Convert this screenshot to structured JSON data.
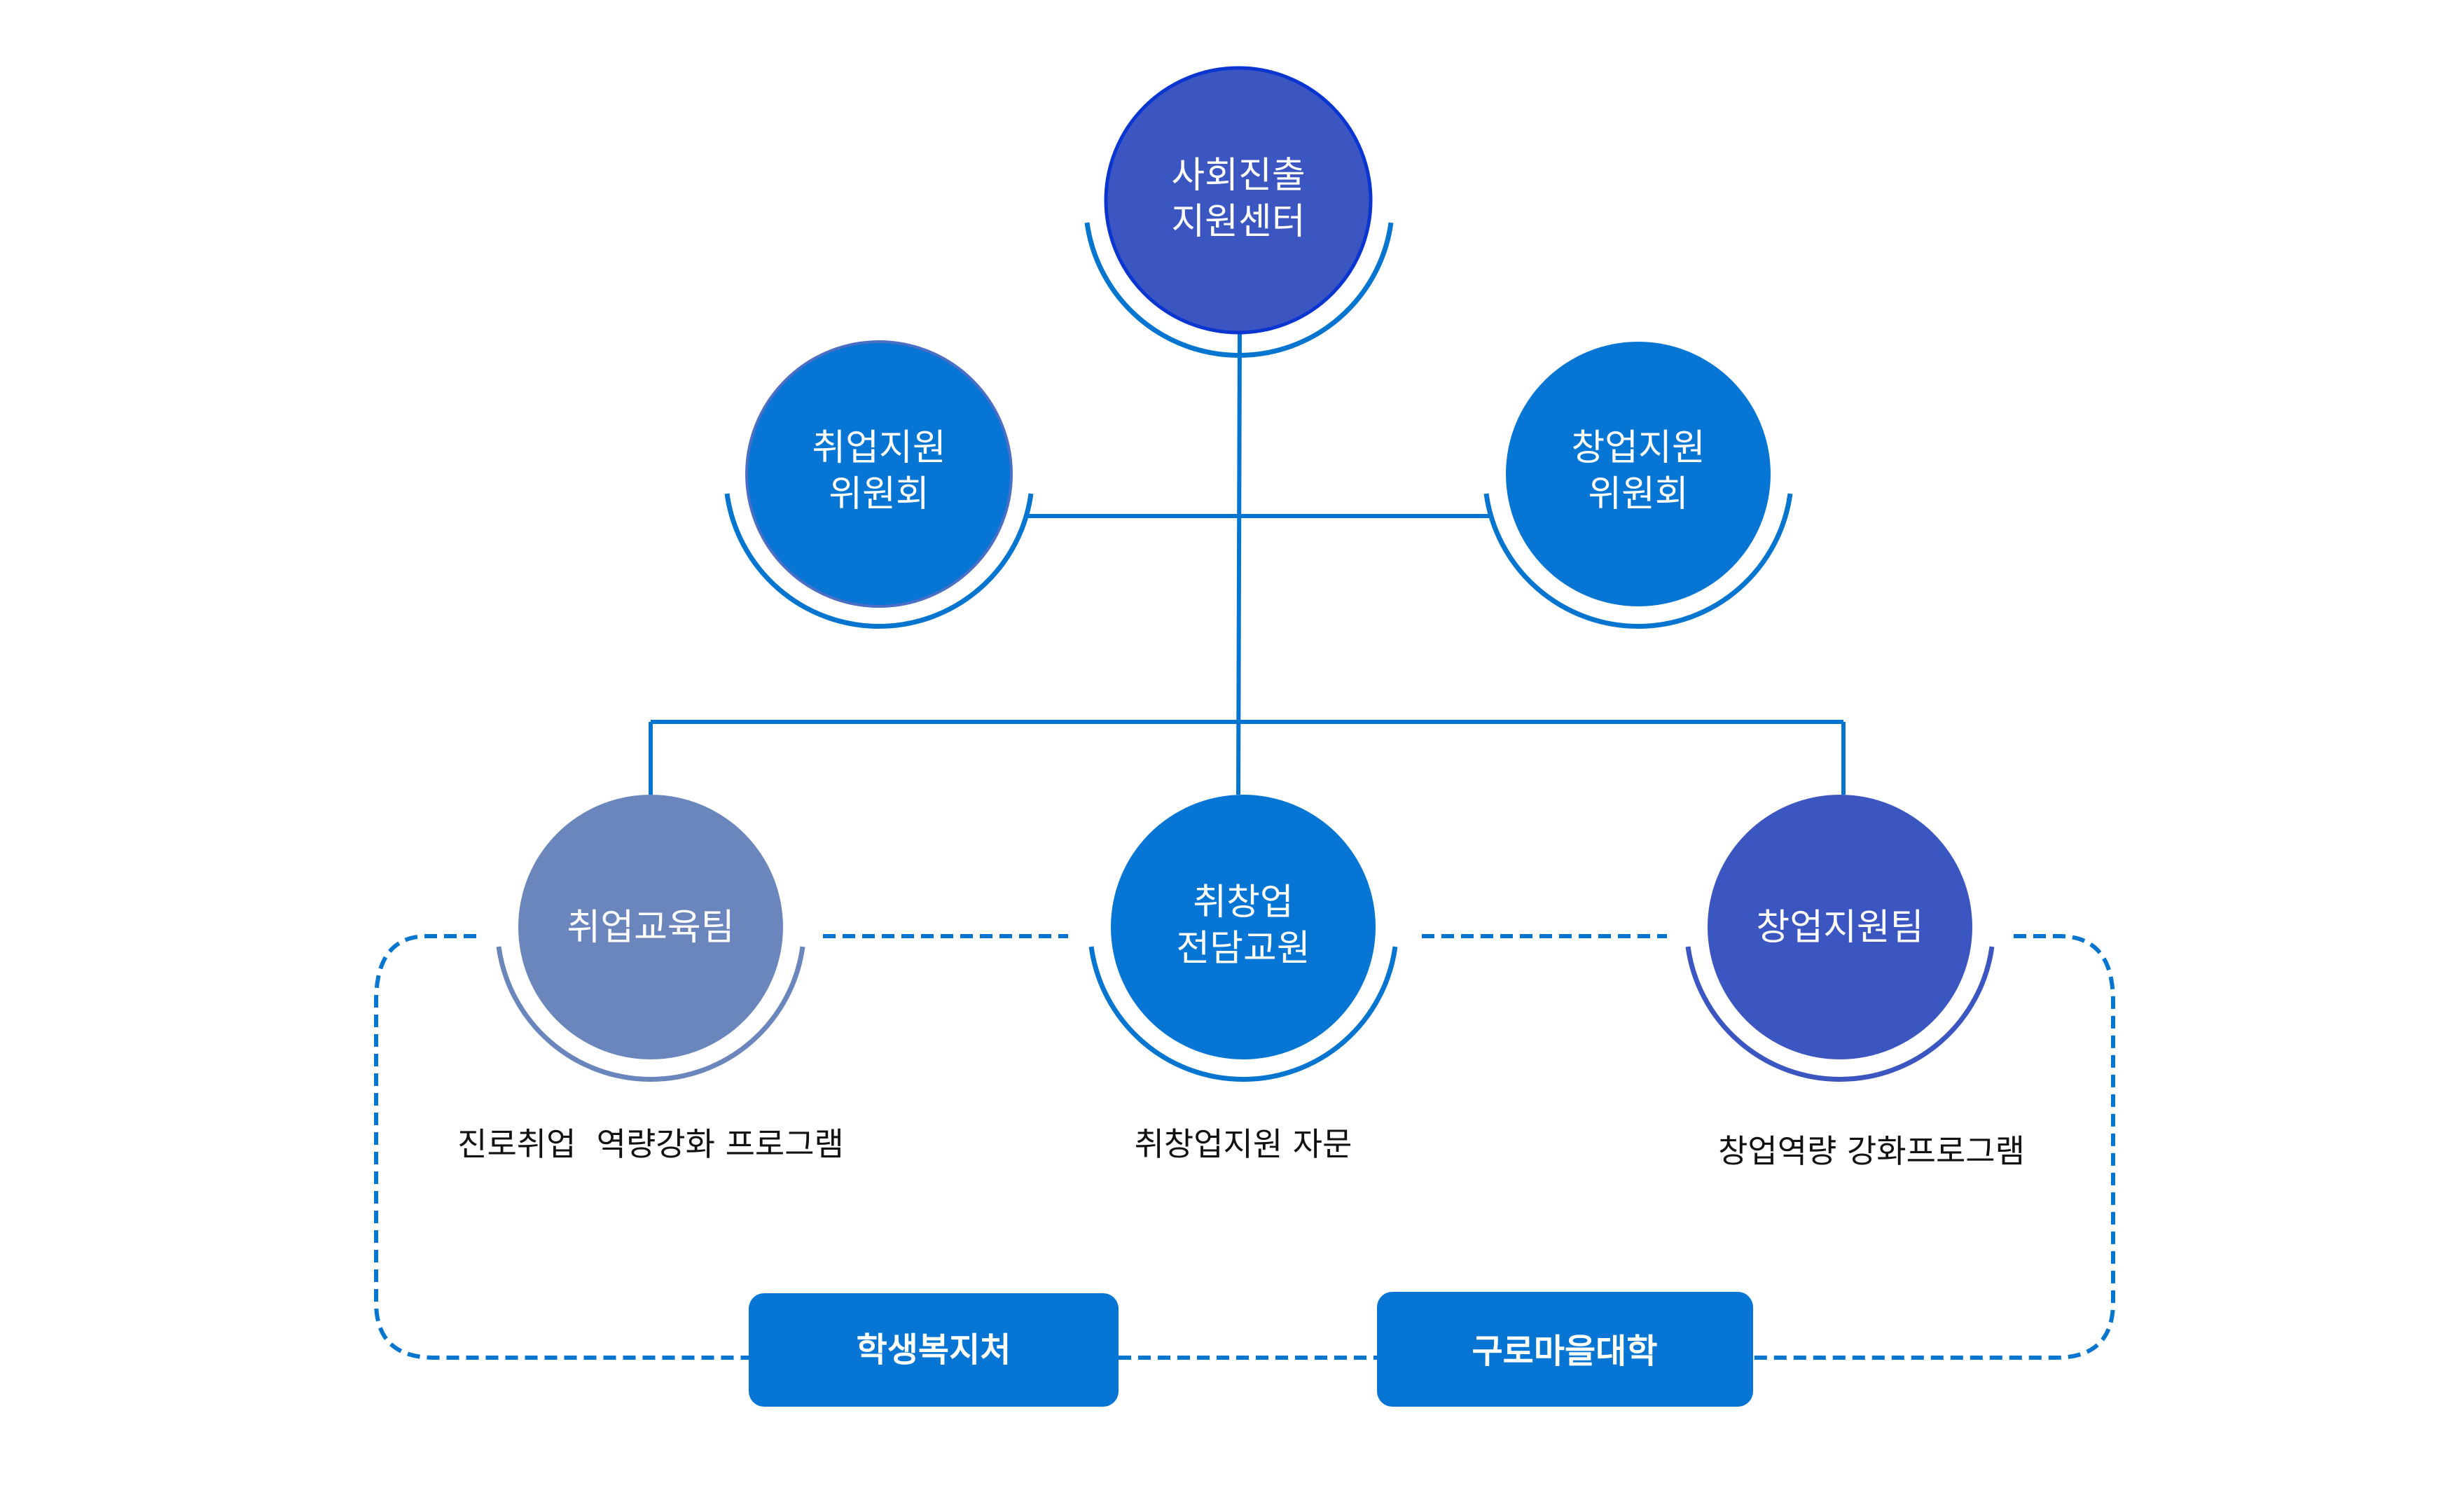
{
  "colors": {
    "line": "#0675cf",
    "primary": "#0675d3",
    "indigo": "#3b56c0",
    "indigo_border": "#0a35d0",
    "slate": "#6a86bd",
    "desc_text": "#111111"
  },
  "top": {
    "title_lines": [
      "사회진출",
      "지원센터"
    ]
  },
  "committees": [
    {
      "id": "employment-committee",
      "lines": [
        "취업지원",
        "위원회"
      ]
    },
    {
      "id": "startup-committee",
      "lines": [
        "창업지원",
        "위원회"
      ]
    }
  ],
  "teams": [
    {
      "id": "employment-education-team",
      "lines": [
        "취업교육팀"
      ],
      "description": "진로취업  역량강화 프로그램",
      "style": "slate"
    },
    {
      "id": "dedicated-faculty",
      "lines": [
        "취창업",
        "전담교원"
      ],
      "description": "취창업지원 자문",
      "style": "primary"
    },
    {
      "id": "startup-support-team",
      "lines": [
        "창업지원팀"
      ],
      "description": "창업역량 강화프로그램",
      "style": "indigo"
    }
  ],
  "partners": [
    {
      "id": "student-welfare-office",
      "label": "학생복지처"
    },
    {
      "id": "guro-village-college",
      "label": "구로마을대학"
    }
  ]
}
